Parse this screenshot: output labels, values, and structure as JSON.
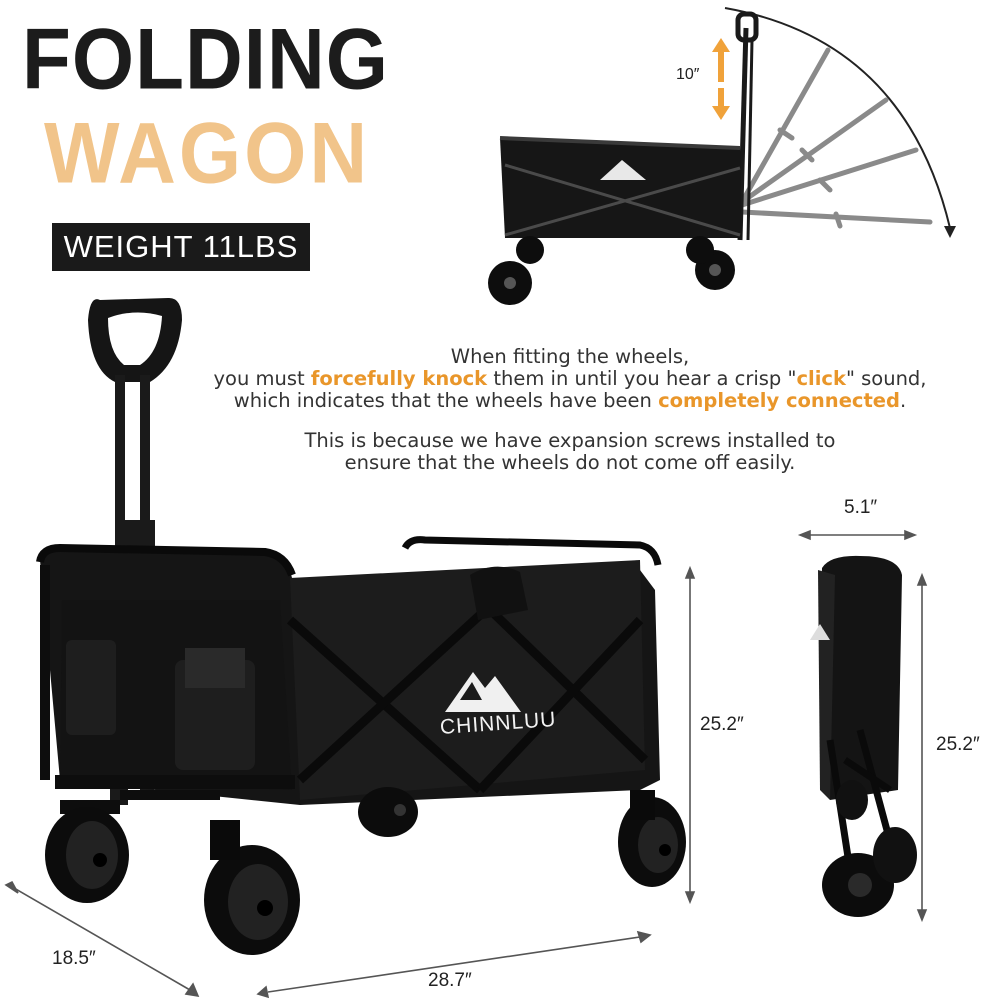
{
  "headline": {
    "line1": "FOLDING",
    "line2": "WAGON"
  },
  "badge": {
    "weight": "WEIGHT 11LBS"
  },
  "brand": {
    "logo_text": "CHINNLUU"
  },
  "note": {
    "p1_a": "When fitting the wheels,",
    "p1_b": "you must ",
    "p1_hl1": "forcefully knock",
    "p1_c": " them in until you hear a crisp \"",
    "p1_hl2": "click",
    "p1_d": "\" sound,",
    "p1_e": "which indicates that the wheels have been ",
    "p1_hl3": "completely connected",
    "p1_f": ".",
    "p2_a": "This is because we have expansion screws installed to",
    "p2_b": "ensure that the wheels do not come off easily."
  },
  "dimensions": {
    "handle_height": "10″",
    "folded_width": "5.1″",
    "height": "25.2″",
    "folded_height": "25.2″",
    "width": "18.5″",
    "length": "28.7″"
  },
  "colors": {
    "accent": "#e9962a",
    "headline_accent": "#f1c48a",
    "dark": "#1a1a1a",
    "arrow_orange": "#f0a23a"
  }
}
